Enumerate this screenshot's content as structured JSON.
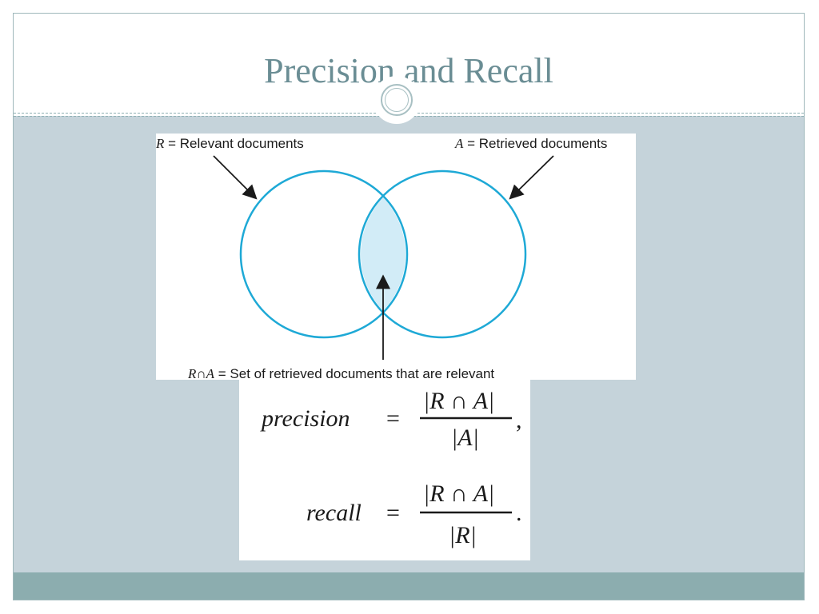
{
  "slide": {
    "title": "Precision and Recall"
  },
  "diagram": {
    "label_R_symbol": "R",
    "label_R_text": " = Relevant documents",
    "label_A_symbol": "A",
    "label_A_text": " = Retrieved documents",
    "label_RA_symbol": "R∩A",
    "label_RA_text": " = Set of retrieved documents that are relevant",
    "colors": {
      "circle_stroke": "#1ea9d6",
      "intersection_fill": "#d2ecf7",
      "arrow": "#1a1a1a"
    }
  },
  "formulas": {
    "precision_lhs": "precision",
    "precision_num": "|R ∩ A|",
    "precision_den": "|A|",
    "precision_tail": ",",
    "recall_lhs": "recall",
    "recall_num": "|R ∩ A|",
    "recall_den": "|R|",
    "recall_tail": ".",
    "equals": "="
  },
  "theme": {
    "title_color": "#6a8d94",
    "background_band": "#c5d3da",
    "footer_band": "#8cadaf"
  }
}
